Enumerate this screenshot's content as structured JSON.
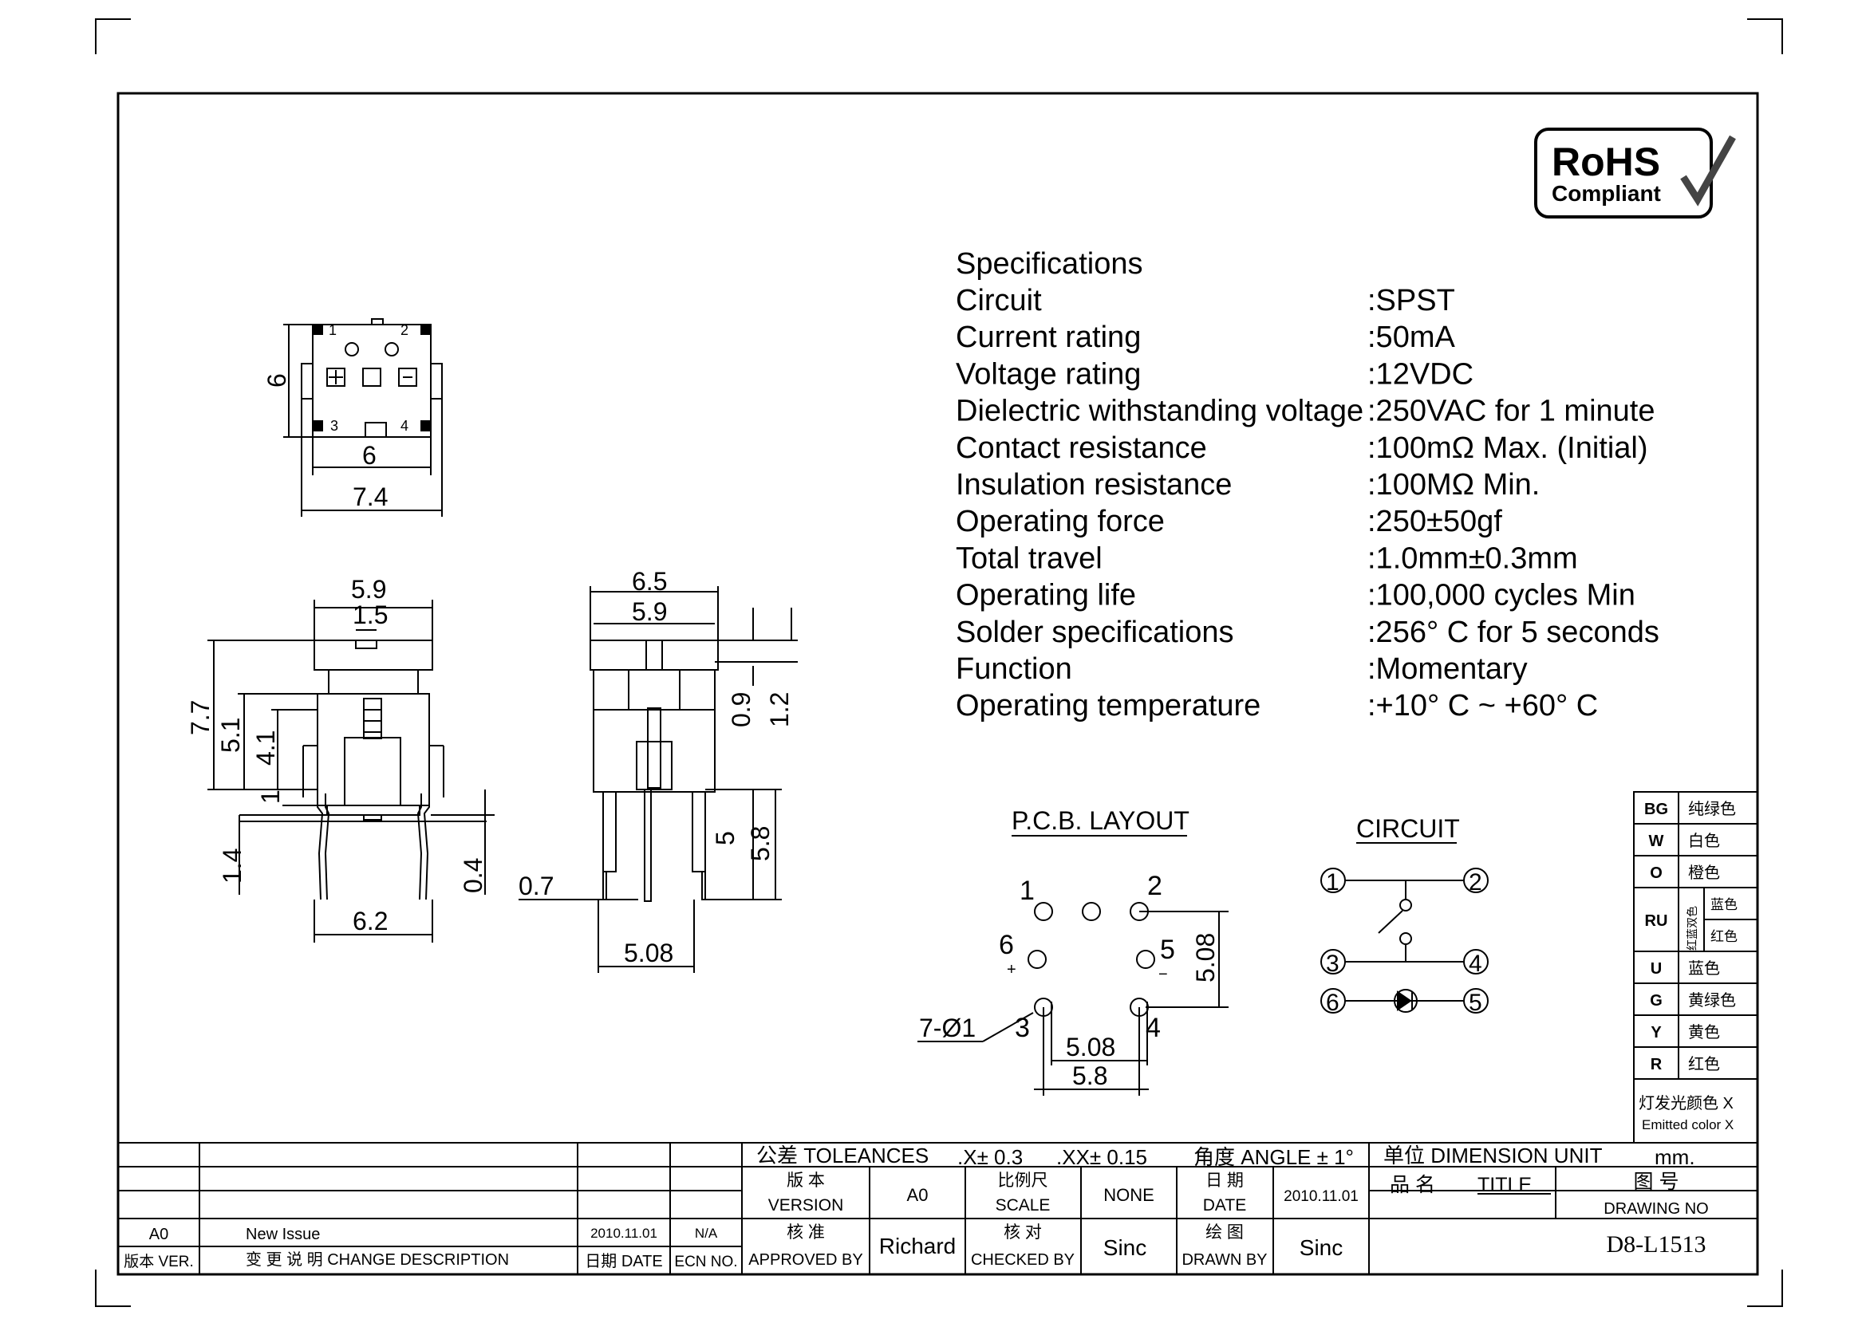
{
  "rohs": {
    "line1": "RoHS",
    "line2": "Compliant"
  },
  "specs": {
    "heading": "Specifications",
    "rows": [
      {
        "label": "Circuit",
        "value": ":SPST"
      },
      {
        "label": "Current rating",
        "value": ":50mA"
      },
      {
        "label": "Voltage rating",
        "value": ":12VDC"
      },
      {
        "label": "Dielectric withstanding voltage",
        "value": ":250VAC for 1 minute"
      },
      {
        "label": "Contact resistance",
        "value": ":100mΩ   Max. (Initial)"
      },
      {
        "label": "Insulation resistance",
        "value": ":100MΩ   Min."
      },
      {
        "label": "Operating force",
        "value": ":250±50gf"
      },
      {
        "label": "Total travel",
        "value": ":1.0mm±0.3mm"
      },
      {
        "label": "Operating life",
        "value": ":100,000 cycles Min"
      },
      {
        "label": "Solder specifications",
        "value": ":256° C for 5 seconds"
      },
      {
        "label": "Function",
        "value": ":Momentary"
      },
      {
        "label": "Operating temperature",
        "value": ":+10° C ~ +60° C"
      }
    ]
  },
  "top_view": {
    "dim_height": "6",
    "dim_inner_width": "6",
    "dim_outer_width": "7.4",
    "pin1": "1",
    "pin2": "2",
    "pin3": "3",
    "pin4": "4"
  },
  "front_view": {
    "dim_top_w": "5.9",
    "dim_cap_w": "1.5",
    "dim_h_total": "7.7",
    "dim_h_51": "5.1",
    "dim_h_41": "4.1",
    "dim_h_1": "1",
    "dim_h_14": "1.4",
    "dim_h_04": "0.4",
    "dim_bottom_w": "6.2"
  },
  "side_view": {
    "dim_65": "6.5",
    "dim_59": "5.9",
    "dim_09": "0.9",
    "dim_12": "1.2",
    "dim_5": "5",
    "dim_58": "5.8",
    "dim_07": "0.7",
    "dim_508": "5.08"
  },
  "pcb": {
    "title": "P.C.B. LAYOUT",
    "p1": "1",
    "p2": "2",
    "p3": "3",
    "p4": "4",
    "p5": "5",
    "p6": "6",
    "plus": "+",
    "minus": "−",
    "holes": "7-Ø1",
    "dim_508_v": "5.08",
    "dim_508_h": "5.08",
    "dim_58": "5.8"
  },
  "circuit": {
    "title": "CIRCUIT",
    "n1": "1",
    "n2": "2",
    "n3": "3",
    "n4": "4",
    "n5": "5",
    "n6": "6"
  },
  "color_table": {
    "rows": [
      {
        "code": "BG",
        "name": "纯绿色"
      },
      {
        "code": "W",
        "name": "白色"
      },
      {
        "code": "O",
        "name": "橙色"
      },
      {
        "code": "RU",
        "name": "红蓝双色",
        "sub1": "蓝色",
        "sub2": "红色"
      },
      {
        "code": "U",
        "name": "蓝色"
      },
      {
        "code": "G",
        "name": "黄绿色"
      },
      {
        "code": "Y",
        "name": "黄色"
      },
      {
        "code": "R",
        "name": "红色"
      }
    ],
    "footer1": "灯发光颜色 X",
    "footer2": "Emitted color X"
  },
  "title_block": {
    "tolerances_label": "公差 TOLEANCES",
    "tol_x": ".X± 0.3",
    "tol_xx": ".XX± 0.15",
    "angle": "角度 ANGLE ± 1°",
    "unit_label": "单位   DIMENSION UNIT",
    "unit_value": "mm.",
    "version_cn": "版 本",
    "version_en": "VERSION",
    "version_value": "A0",
    "scale_cn": "比例尺",
    "scale_en": "SCALE",
    "scale_value": "NONE",
    "date_cn": "日 期",
    "date_en": "DATE",
    "date_value": "2010.11.01",
    "name_cn": "品 名",
    "title_en": "TITLE",
    "drawing_cn": "图 号",
    "drawing_en": "DRAWING NO",
    "drawing_value": "D8-L1513",
    "approved_cn": "核 准",
    "approved_en": "APPROVED BY",
    "approved_value": "Richard",
    "checked_cn": "核 对",
    "checked_en": "CHECKED BY",
    "checked_value": "Sinc",
    "drawn_cn": "绘 图",
    "drawn_en": "DRAWN BY",
    "drawn_value": "Sinc",
    "rev_ver": "A0",
    "rev_desc": "New Issue",
    "rev_date": "2010.11.01",
    "rev_ecn": "N/A",
    "hdr_ver": "版本 VER.",
    "hdr_desc": "变 更 说 明   CHANGE DESCRIPTION",
    "hdr_date": "日期 DATE",
    "hdr_ecn": "ECN NO."
  }
}
